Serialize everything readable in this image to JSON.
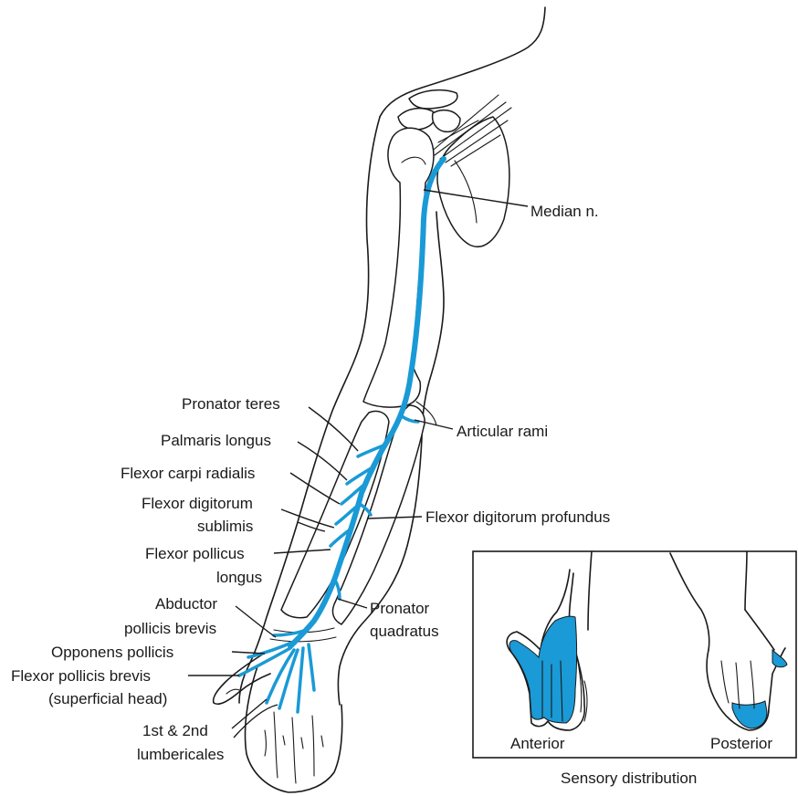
{
  "colors": {
    "nerve": "#1a9ad6",
    "ink": "#1a1a1a",
    "background": "#ffffff"
  },
  "labels": {
    "median_n": "Median n.",
    "pronator_teres": "Pronator teres",
    "articular_rami": "Articular rami",
    "palmaris_longus": "Palmaris longus",
    "flexor_carpi_radialis": "Flexor carpi radialis",
    "flexor_digitorum_sublimis_1": "Flexor digitorum",
    "flexor_digitorum_sublimis_2": "sublimis",
    "flexor_digitorum_profundus": "Flexor digitorum profundus",
    "flexor_pollicus_longus_1": "Flexor pollicus",
    "flexor_pollicus_longus_2": "longus",
    "pronator_quadratus_1": "Pronator",
    "pronator_quadratus_2": "quadratus",
    "abductor_pollicis_brevis_1": "Abductor",
    "abductor_pollicis_brevis_2": "pollicis brevis",
    "opponens_pollicis": "Opponens pollicis",
    "flexor_pollicis_brevis_1": "Flexor pollicis brevis",
    "flexor_pollicis_brevis_2": "(superficial head)",
    "lumbericales_1": "1st & 2nd",
    "lumbericales_2": "lumbericales"
  },
  "inset": {
    "anterior": "Anterior",
    "posterior": "Posterior",
    "caption": "Sensory distribution"
  }
}
